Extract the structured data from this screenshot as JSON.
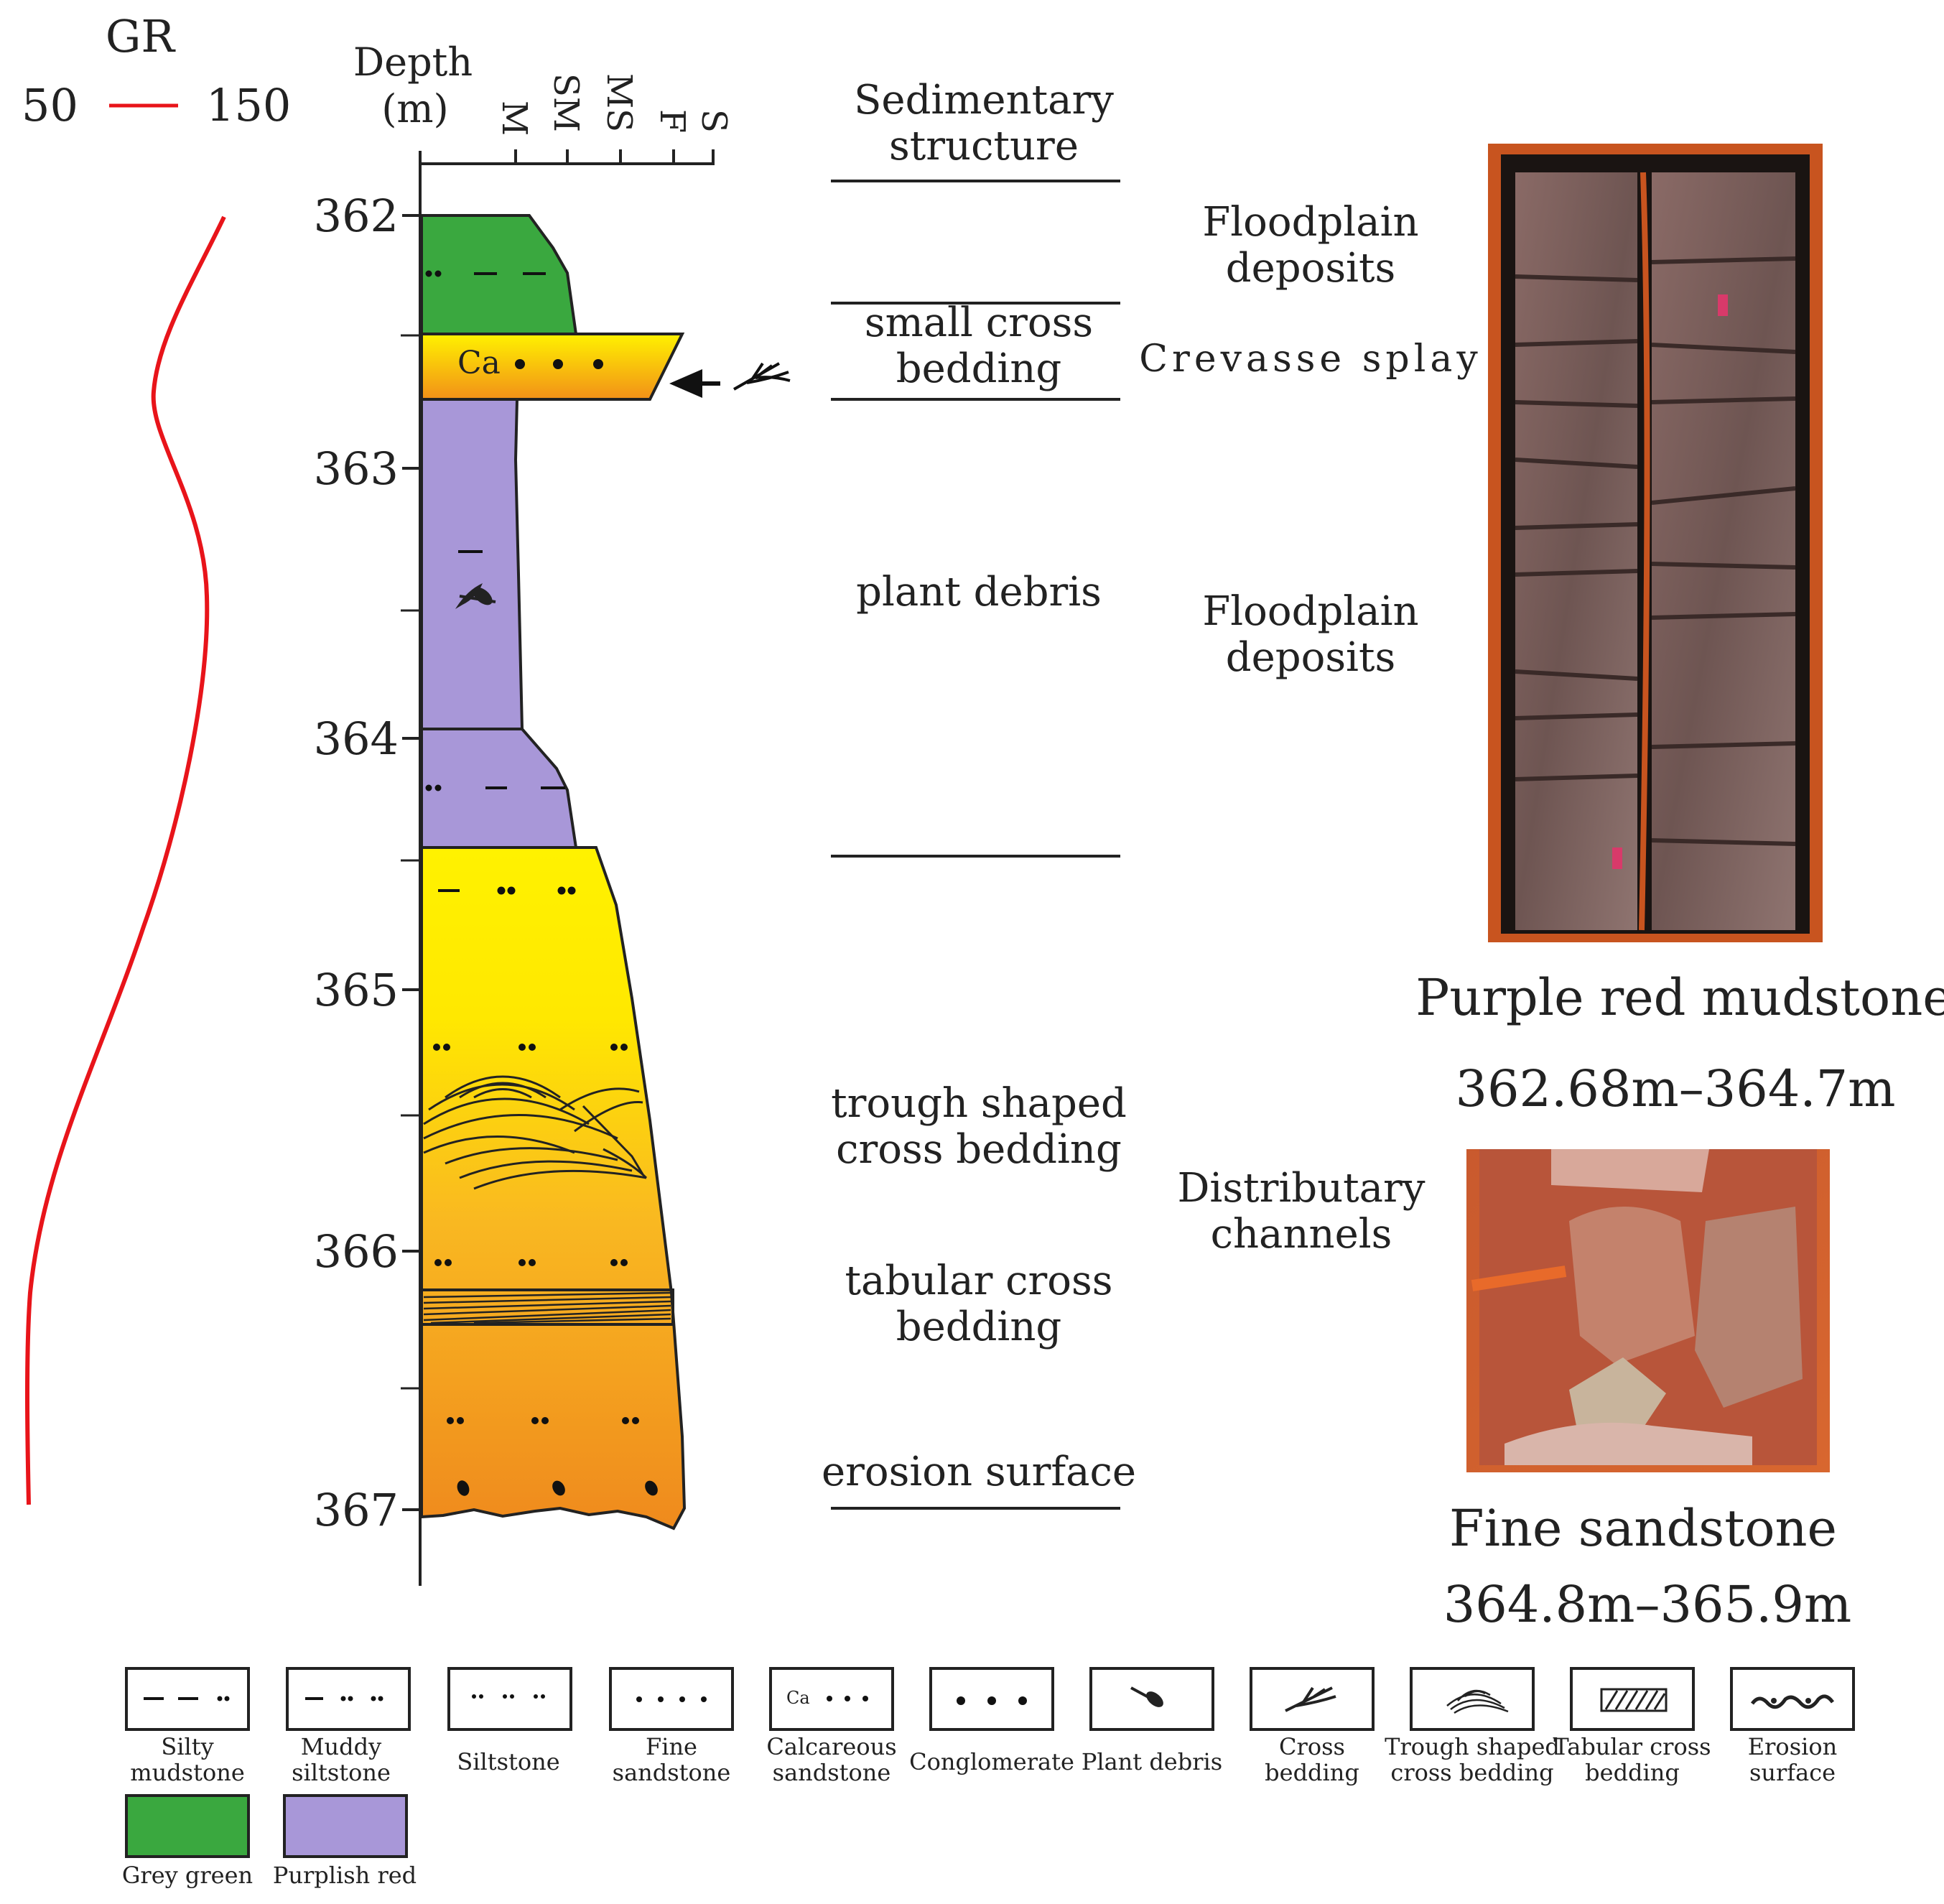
{
  "gr_log": {
    "title": "GR",
    "scale_min": "50",
    "scale_max": "150",
    "line_color": "#e8141a"
  },
  "column_header": {
    "depth_label_line1": "Depth",
    "depth_label_line2": "(m)",
    "grain_sizes": [
      "M",
      "SM",
      "MS",
      "F",
      "S"
    ]
  },
  "depth_ticks": [
    "362",
    "363",
    "364",
    "365",
    "366",
    "367"
  ],
  "layer_symbols": {
    "calcareous_text": "Ca"
  },
  "structures": {
    "header_line1": "Sedimentary",
    "header_line2": "structure",
    "items": [
      {
        "line1": "small cross",
        "line2": "bedding"
      },
      {
        "line1": "plant debris",
        "line2": ""
      },
      {
        "line1": "trough shaped",
        "line2": "cross bedding"
      },
      {
        "line1": "tabular cross",
        "line2": "bedding"
      },
      {
        "line1": "erosion surface",
        "line2": ""
      }
    ]
  },
  "facies": [
    {
      "line1": "Floodplain",
      "line2": "deposits"
    },
    {
      "line1": "Crevasse splay",
      "line2": ""
    },
    {
      "line1": "Floodplain",
      "line2": "deposits"
    },
    {
      "line1": "Distributary",
      "line2": "channels"
    }
  ],
  "photos": [
    {
      "caption": "Purple red mudstone",
      "range": "362.68m–364.7m"
    },
    {
      "caption": "Fine sandstone",
      "range": "364.8m–365.9m"
    }
  ],
  "colors": {
    "grey_green": "#3aa83f",
    "purplish_red": "#a897d8",
    "sand_yellow": "#fff000",
    "sand_orange": "#f08c1e"
  },
  "legend": [
    {
      "label_line1": "Silty",
      "label_line2": "mudstone",
      "icon": "silty-mudstone"
    },
    {
      "label_line1": "Muddy",
      "label_line2": "siltstone",
      "icon": "muddy-siltstone"
    },
    {
      "label_line1": "Siltstone",
      "label_line2": "",
      "icon": "siltstone"
    },
    {
      "label_line1": "Fine",
      "label_line2": "sandstone",
      "icon": "fine-sandstone"
    },
    {
      "label_line1": "Calcareous",
      "label_line2": "sandstone",
      "icon": "calcareous-sandstone"
    },
    {
      "label_line1": "Conglomerate",
      "label_line2": "",
      "icon": "conglomerate"
    },
    {
      "label_line1": "Plant debris",
      "label_line2": "",
      "icon": "plant-debris"
    },
    {
      "label_line1": "Cross",
      "label_line2": "bedding",
      "icon": "cross-bedding"
    },
    {
      "label_line1": "Trough shaped",
      "label_line2": "cross bedding",
      "icon": "trough-cross-bedding"
    },
    {
      "label_line1": "Tabular cross",
      "label_line2": "bedding",
      "icon": "tabular-cross-bedding"
    },
    {
      "label_line1": "Erosion",
      "label_line2": "surface",
      "icon": "erosion-surface"
    },
    {
      "label_line1": "Grey green",
      "label_line2": "",
      "icon": "grey-green-swatch"
    },
    {
      "label_line1": "Purplish red",
      "label_line2": "",
      "icon": "purplish-red-swatch"
    }
  ]
}
